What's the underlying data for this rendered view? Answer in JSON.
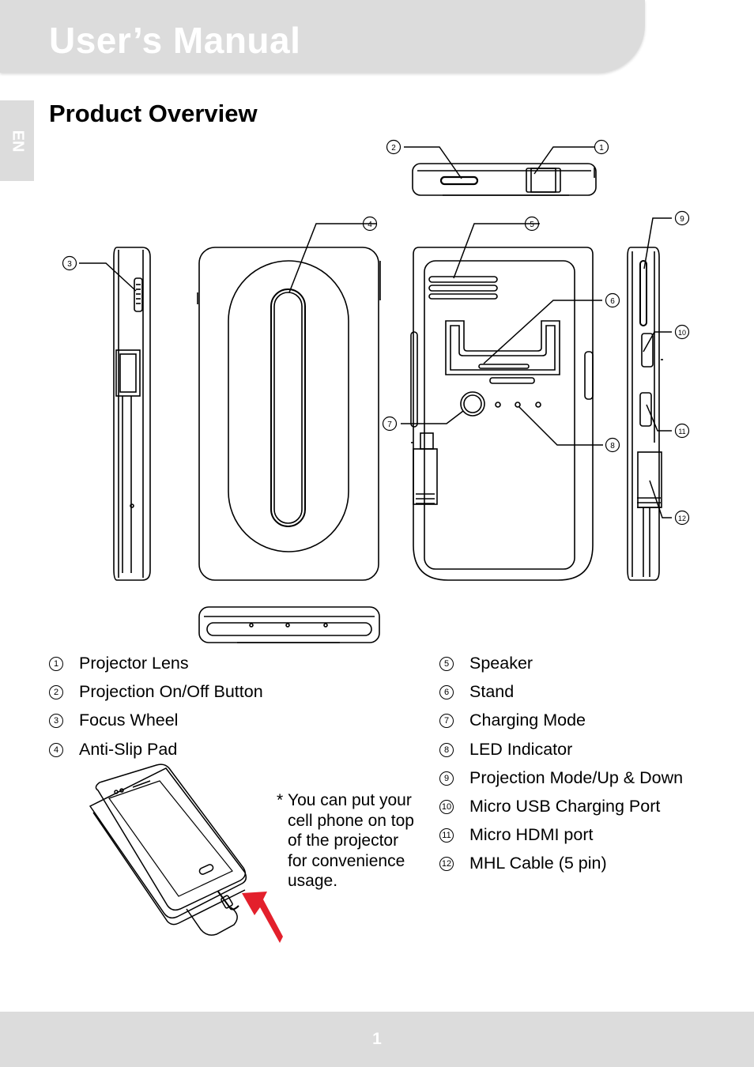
{
  "header": {
    "title": "User’s Manual"
  },
  "language_tab": "EN",
  "section_title": "Product Overview",
  "callouts": [
    "1",
    "2",
    "3",
    "4",
    "5",
    "6",
    "7",
    "8",
    "9",
    "10",
    "11",
    "12"
  ],
  "parts_left": [
    {
      "num": "1",
      "label": "Projector Lens"
    },
    {
      "num": "2",
      "label": "Projection On/Off Button"
    },
    {
      "num": "3",
      "label": "Focus Wheel"
    },
    {
      "num": "4",
      "label": "Anti-Slip Pad"
    }
  ],
  "parts_right": [
    {
      "num": "5",
      "label": "Speaker"
    },
    {
      "num": "6",
      "label": "Stand"
    },
    {
      "num": "7",
      "label": "Charging Mode"
    },
    {
      "num": "8",
      "label": "LED Indicator"
    },
    {
      "num": "9",
      "label": "Projection Mode/Up & Down"
    },
    {
      "num": "10",
      "label": "Micro USB Charging Port"
    },
    {
      "num": "11",
      "label": "Micro HDMI port"
    },
    {
      "num": "12",
      "label": "MHL Cable (5 pin)"
    }
  ],
  "note": {
    "marker": "*",
    "text": "You can put your cell phone on top of the projector for convenience usage."
  },
  "footer": {
    "page_number": "1"
  },
  "colors": {
    "header_gray": "#dcdcdc",
    "arrow_red": "#e3202c"
  }
}
